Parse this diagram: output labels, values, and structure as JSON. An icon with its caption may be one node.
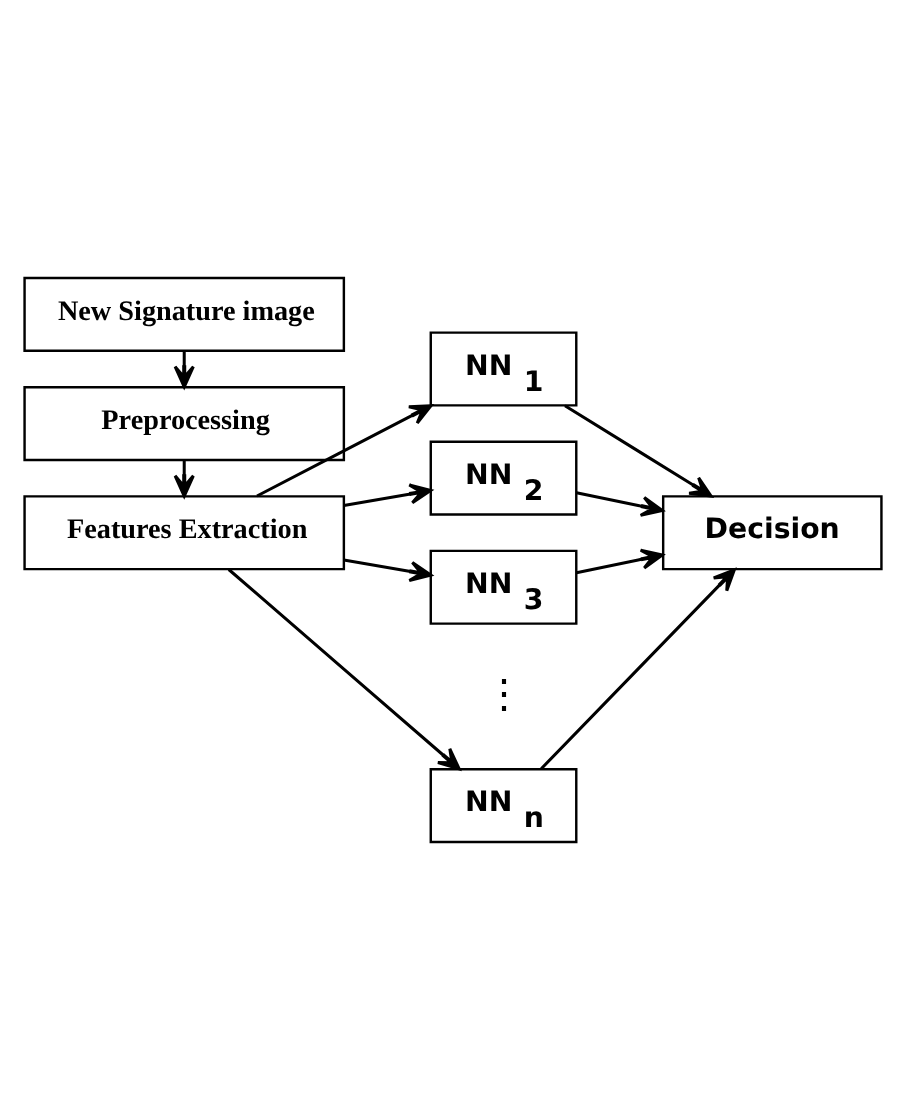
{
  "diagram": {
    "nodes": [
      {
        "text": [
          "New Signature image"
        ]
      },
      {
        "text": [
          "Preprocessing"
        ]
      },
      {
        "text": [
          "Features Extraction"
        ]
      },
      {
        "text": [
          "NN $_{1}$"
        ]
      },
      {
        "text": [
          "NN $_{2}$"
        ]
      },
      {
        "text": [
          "NN $_{3}$"
        ]
      },
      {
        "text": [
          "NN $_{n}$"
        ]
      },
      {
        "text": [
          "Decision"
        ]
      }
    ],
    "edges": [
      {
        "from": 0,
        "to": 1,
        "arrow": "to"
      },
      {
        "from": 1,
        "to": 2,
        "arrow": "to"
      },
      {
        "from": 2,
        "to": 3,
        "arrow": "to"
      },
      {
        "from": 2,
        "to": 4,
        "arrow": "to"
      },
      {
        "from": 2,
        "to": 5,
        "arrow": "to"
      },
      {
        "from": 2,
        "to": 6,
        "arrow": "to"
      },
      {
        "from": 3,
        "to": 7,
        "arrow": "to"
      },
      {
        "from": 4,
        "to": 7,
        "arrow": "to"
      },
      {
        "from": 5,
        "to": 7,
        "arrow": "to"
      },
      {
        "from": 6,
        "to": 7,
        "arrow": "to"
      }
    ],
    "labels": [
      "⋮"
    ]
  }
}
